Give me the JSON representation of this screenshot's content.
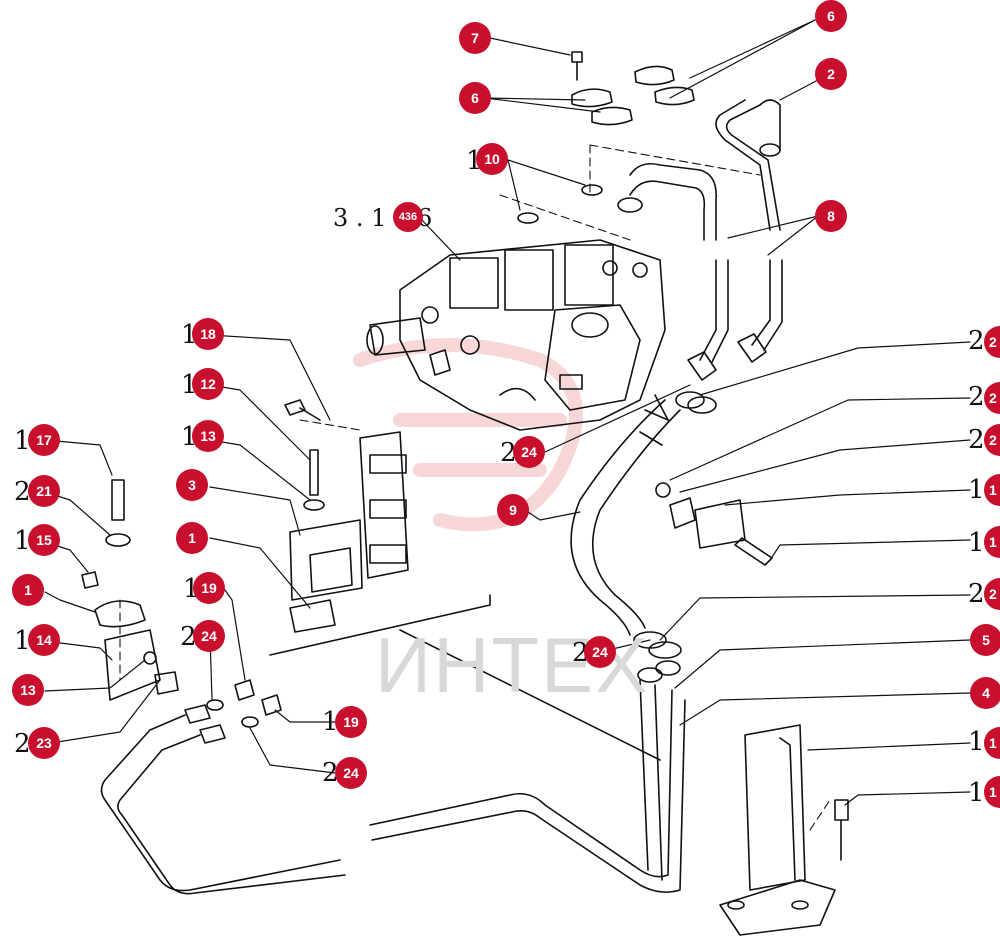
{
  "diagram": {
    "reference_label": "3 . 1  3 6",
    "watermark_text": "ИНТЕХ",
    "accent_color": "#c8102e",
    "callouts": [
      {
        "id": "c7",
        "label": "7"
      },
      {
        "id": "c6a",
        "label": "6"
      },
      {
        "id": "c6b",
        "label": "6"
      },
      {
        "id": "c2",
        "label": "2"
      },
      {
        "id": "c10",
        "label": "10"
      },
      {
        "id": "c8",
        "label": "8"
      },
      {
        "id": "c436",
        "label": "436"
      },
      {
        "id": "c18",
        "label": "18"
      },
      {
        "id": "c12",
        "label": "12"
      },
      {
        "id": "c13a",
        "label": "13"
      },
      {
        "id": "c3",
        "label": "3"
      },
      {
        "id": "c1a",
        "label": "1"
      },
      {
        "id": "c17",
        "label": "17"
      },
      {
        "id": "c21",
        "label": "21"
      },
      {
        "id": "c15",
        "label": "15"
      },
      {
        "id": "c1b",
        "label": "1"
      },
      {
        "id": "c14",
        "label": "14"
      },
      {
        "id": "c13b",
        "label": "13"
      },
      {
        "id": "c23",
        "label": "23"
      },
      {
        "id": "c19a",
        "label": "19"
      },
      {
        "id": "c24a",
        "label": "24"
      },
      {
        "id": "c19b",
        "label": "19"
      },
      {
        "id": "c24b",
        "label": "24"
      },
      {
        "id": "c24c",
        "label": "24"
      },
      {
        "id": "c9",
        "label": "9"
      },
      {
        "id": "c24d",
        "label": "24"
      },
      {
        "id": "c5",
        "label": "5"
      },
      {
        "id": "c4",
        "label": "4"
      },
      {
        "id": "c24e",
        "label": "2"
      },
      {
        "id": "c24f",
        "label": "2"
      },
      {
        "id": "c24g",
        "label": "2"
      },
      {
        "id": "c1c",
        "label": "1"
      },
      {
        "id": "c1d",
        "label": "1"
      },
      {
        "id": "c2e",
        "label": "2"
      },
      {
        "id": "c1e",
        "label": "1"
      },
      {
        "id": "c1f",
        "label": "1"
      }
    ],
    "stray_digits": [
      {
        "id": "s10",
        "text": "1"
      },
      {
        "id": "s18",
        "text": "1"
      },
      {
        "id": "s12",
        "text": "1"
      },
      {
        "id": "s13a",
        "text": "1"
      },
      {
        "id": "s17",
        "text": "1"
      },
      {
        "id": "s21",
        "text": "2"
      },
      {
        "id": "s15",
        "text": "1"
      },
      {
        "id": "s14",
        "text": "1"
      },
      {
        "id": "s13b",
        "text": "1"
      },
      {
        "id": "s23",
        "text": "2"
      },
      {
        "id": "s19a",
        "text": "1"
      },
      {
        "id": "s24a",
        "text": "2"
      },
      {
        "id": "s19b",
        "text": "1"
      },
      {
        "id": "s24b",
        "text": "2"
      },
      {
        "id": "s24c",
        "text": "2"
      },
      {
        "id": "s24d",
        "text": "2"
      },
      {
        "id": "s24e",
        "text": "2"
      },
      {
        "id": "s24f",
        "text": "2"
      },
      {
        "id": "s24g",
        "text": "2"
      },
      {
        "id": "s1c",
        "text": "1"
      },
      {
        "id": "s1d",
        "text": "1"
      },
      {
        "id": "s2e",
        "text": "2"
      },
      {
        "id": "s1e",
        "text": "1"
      },
      {
        "id": "s1f",
        "text": "1"
      }
    ]
  }
}
